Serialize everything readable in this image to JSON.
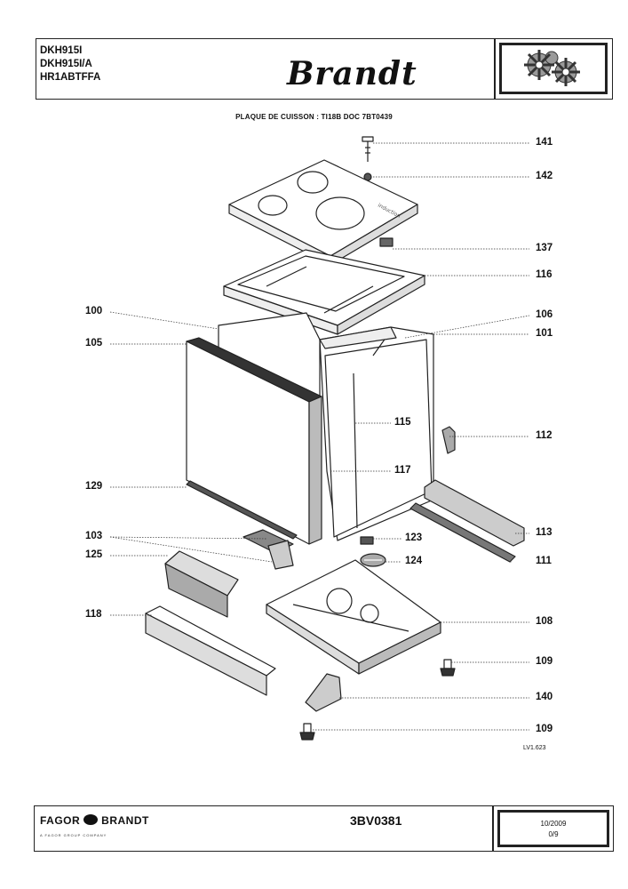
{
  "header": {
    "models": [
      "DKH915I",
      "DKH915I/A",
      "HR1ABTFFA"
    ],
    "brand": "Brandt",
    "gear_logo_icon": "gears-icon"
  },
  "title": "PLAQUE DE CUISSON : TI18B DOC 7BT0439",
  "callouts": [
    "141",
    "142",
    "137",
    "116",
    "100",
    "106",
    "105",
    "101",
    "115",
    "112",
    "117",
    "129",
    "113",
    "103",
    "123",
    "125",
    "124",
    "111",
    "118",
    "108",
    "109",
    "140",
    "109"
  ],
  "drawing_ref": "LV1.623",
  "footer": {
    "company_left": "FAGOR",
    "company_right": "BRANDT",
    "tagline": "A FAGOR GROUP COMPANY",
    "ref_number": "3BV0381",
    "date": "10/2009",
    "page": "0/9"
  }
}
